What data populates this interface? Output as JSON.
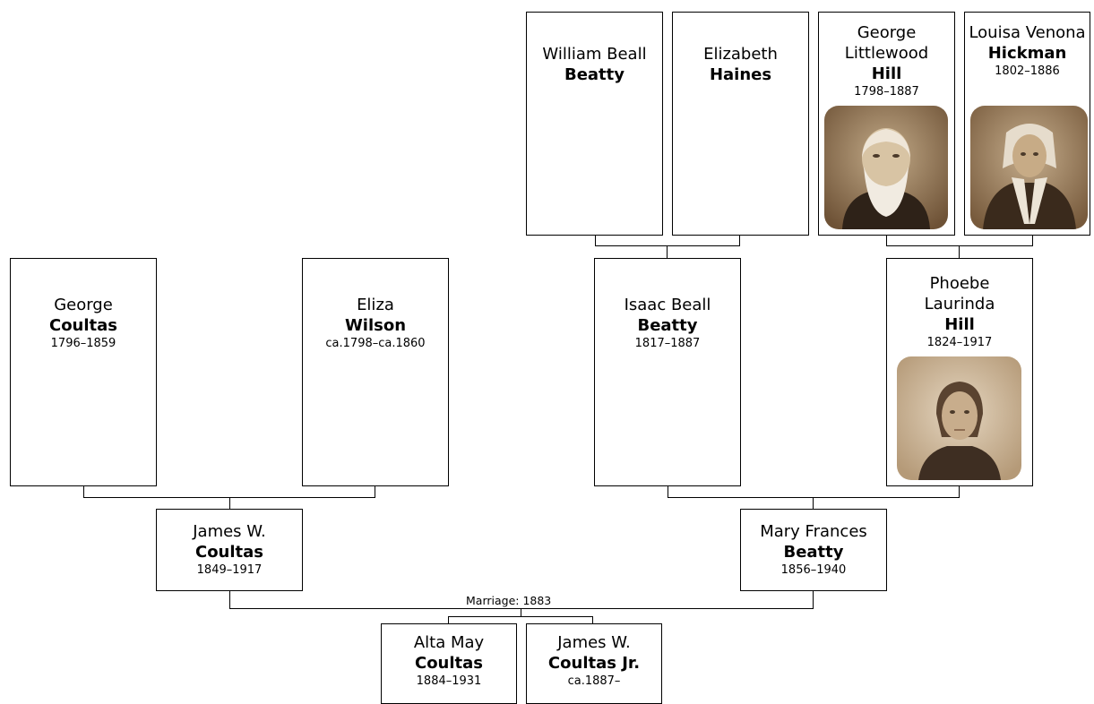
{
  "people": {
    "william": {
      "given": "William Beall",
      "surname": "Beatty",
      "dates": ""
    },
    "elizabeth": {
      "given": "Elizabeth",
      "surname": "Haines",
      "dates": ""
    },
    "george_hill": {
      "given": "George Littlewood",
      "surname": "Hill",
      "dates": "1798–1887"
    },
    "louisa": {
      "given": "Louisa Venona",
      "surname": "Hickman",
      "dates": "1802–1886"
    },
    "george_coultas": {
      "given": "George",
      "surname": "Coultas",
      "dates": "1796–1859"
    },
    "eliza": {
      "given": "Eliza",
      "surname": "Wilson",
      "dates": "ca.1798–ca.1860"
    },
    "isaac": {
      "given": "Isaac Beall",
      "surname": "Beatty",
      "dates": "1817–1887"
    },
    "phoebe": {
      "given": "Phoebe Laurinda",
      "surname": "Hill",
      "dates": "1824–1917"
    },
    "james": {
      "given": "James W.",
      "surname": "Coultas",
      "dates": "1849–1917"
    },
    "mary": {
      "given": "Mary Frances",
      "surname": "Beatty",
      "dates": "1856–1940"
    },
    "alta": {
      "given": "Alta May",
      "surname": "Coultas",
      "dates": "1884–1931"
    },
    "james_jr": {
      "given": "James W.",
      "surname": "Coultas Jr.",
      "dates": "ca.1887–"
    }
  },
  "marriage": {
    "label": "Marriage: 1883"
  },
  "photos": {
    "george_hill": {
      "icon": "portrait-photo-icon",
      "depicts": "elderly-man-white-beard"
    },
    "louisa": {
      "icon": "portrait-photo-icon",
      "depicts": "woman-with-bonnet"
    },
    "phoebe": {
      "icon": "portrait-photo-icon",
      "depicts": "woman-center-part"
    }
  },
  "colors": {
    "line": "#000000",
    "box_border": "#000000",
    "box_fill": "#ffffff",
    "photo_sepia": "#a88a66"
  }
}
